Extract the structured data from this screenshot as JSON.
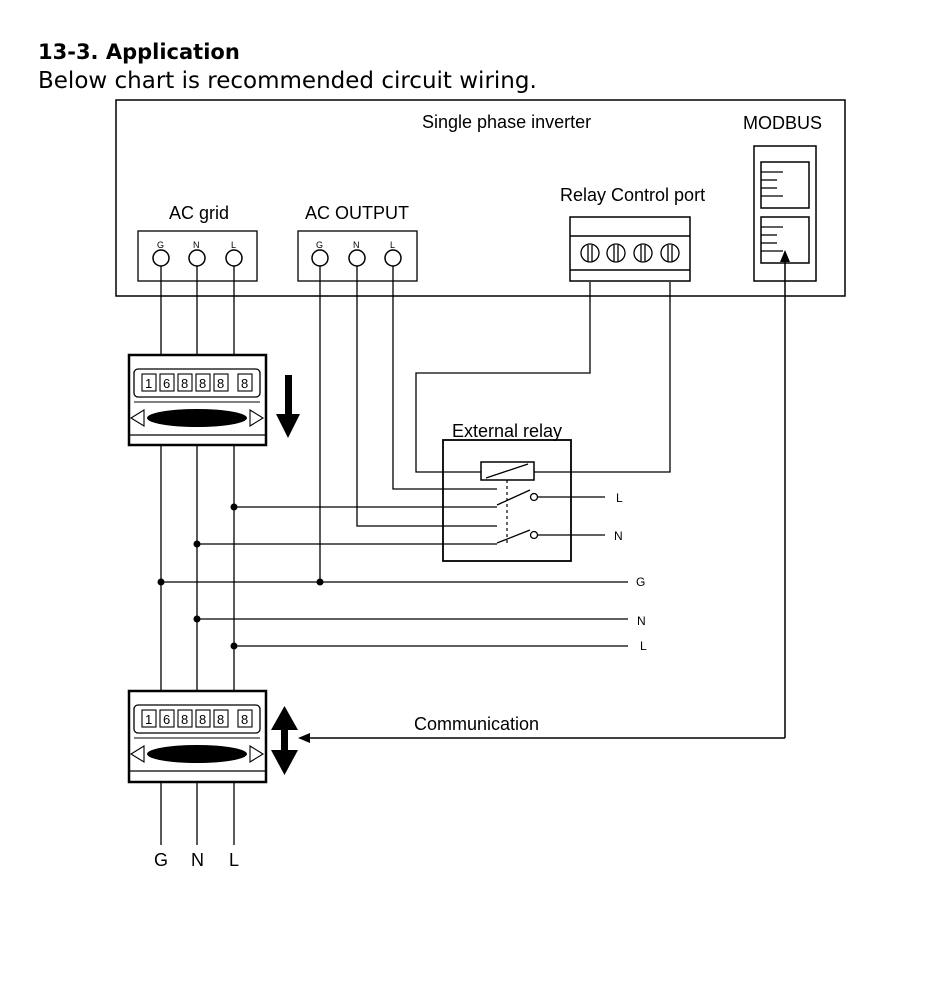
{
  "heading": "13-3. Application",
  "subheading": "Below chart is recommended circuit wiring.",
  "diagram": {
    "inverter_label": "Single phase inverter",
    "modbus_label": "MODBUS",
    "relay_port_label": "Relay Control port",
    "ac_grid_label": "AC grid",
    "ac_output_label": "AC OUTPUT",
    "terminal_labels": [
      "G",
      "N",
      "L"
    ],
    "external_relay_label": "External relay",
    "relay_out_labels": [
      "L",
      "N"
    ],
    "bus_labels": [
      "G",
      "N",
      "L"
    ],
    "communication_label": "Communication",
    "bottom_labels": [
      "G",
      "N",
      "L"
    ],
    "meter_digits": [
      "1",
      "6",
      "8",
      "8",
      "8",
      "8"
    ]
  }
}
